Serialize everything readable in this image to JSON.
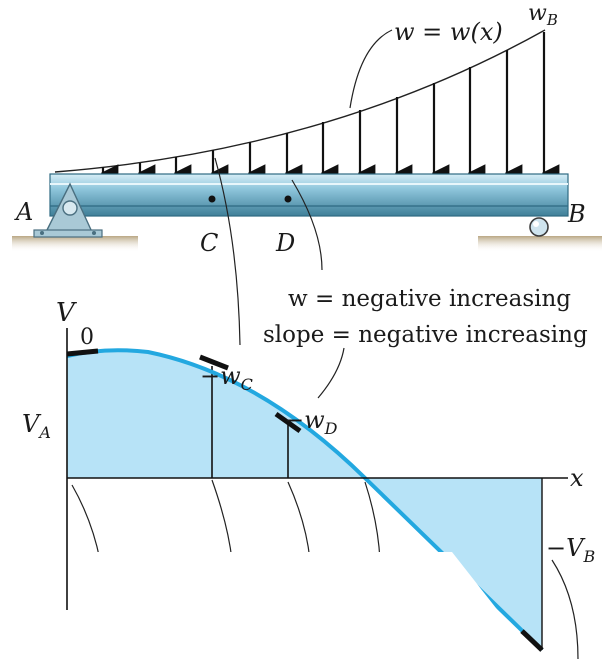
{
  "beam": {
    "load_label": "w = w(x)",
    "wb_label": "w",
    "wb_sub": "B",
    "support_a": "A",
    "support_b": "B",
    "point_c": "C",
    "point_d": "D"
  },
  "note": {
    "line1": "w = negative increasing",
    "line2": "slope = negative increasing"
  },
  "shear_diagram": {
    "v_axis": "V",
    "x_axis": "x",
    "zero_label": "0",
    "va_main": "V",
    "va_sub": "A",
    "wc_main": "−w",
    "wc_sub": "C",
    "wd_main": "−w",
    "wd_sub": "D",
    "vb_main": "−V",
    "vb_sub": "B"
  },
  "colors": {
    "beam": "#8fc6dc",
    "beam_edge": "#3f7f98",
    "fill": "#b7e3f7",
    "curve": "#23a8e0",
    "ground": "#c8b79a"
  }
}
